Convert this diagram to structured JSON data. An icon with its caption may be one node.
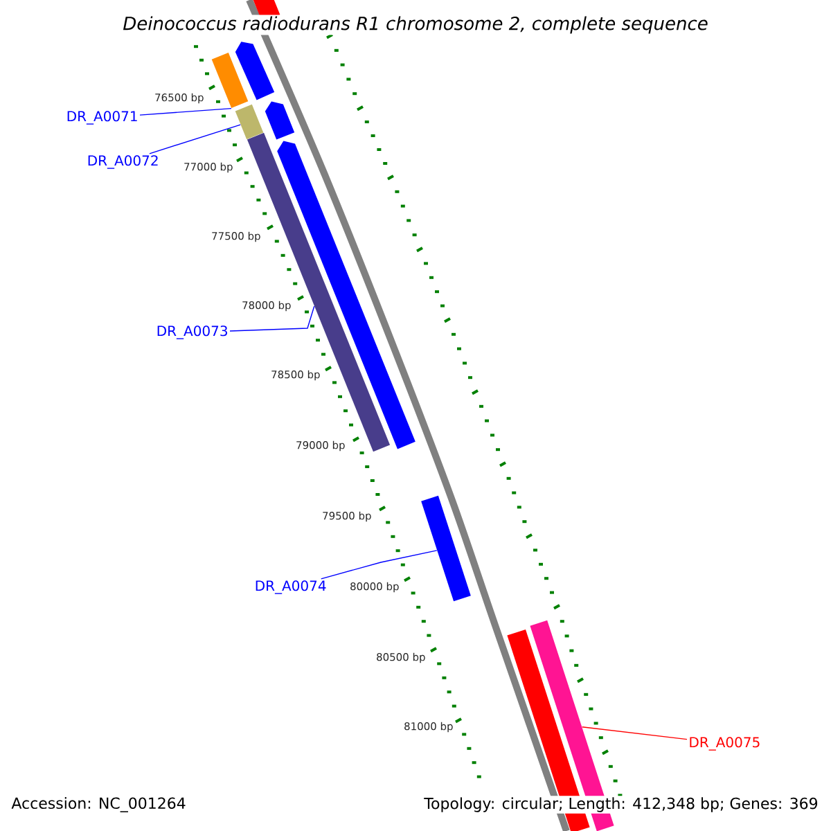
{
  "diagram": {
    "title": "Deinococcus radiodurans R1 chromosome 2, complete sequence",
    "nodes": [
      {
        "text": [
          "DR_A0071"
        ]
      },
      {
        "text": [],
        "shape": "bar"
      },
      {
        "text": [
          "DR_A0072"
        ]
      },
      {
        "text": [],
        "shape": "bar"
      },
      {
        "text": [
          "DR_A0073"
        ]
      },
      {
        "text": [],
        "shape": "bar"
      },
      {
        "text": [
          "DR_A0074"
        ]
      },
      {
        "text": [],
        "shape": "bar"
      },
      {
        "text": [
          "DR_A0075"
        ]
      },
      {
        "text": [],
        "shape": "bar"
      }
    ],
    "edges": [
      {
        "from": 0,
        "to": 1,
        "arrow": "none"
      },
      {
        "from": 2,
        "to": 3,
        "arrow": "none"
      },
      {
        "from": 4,
        "to": 5,
        "arrow": "none"
      },
      {
        "from": 6,
        "to": 7,
        "arrow": "none"
      },
      {
        "from": 8,
        "to": 9,
        "arrow": "none",
        "color": "#ff0000"
      }
    ],
    "labels": [
      "76500 bp",
      "77000 bp",
      "77500 bp",
      "78000 bp",
      "78500 bp",
      "79000 bp",
      "79500 bp",
      "80000 bp",
      "80500 bp",
      "81000 bp",
      "Accession: NC_001264",
      "Topology: circular; Length: 412,348 bp; Genes: 369"
    ]
  }
}
